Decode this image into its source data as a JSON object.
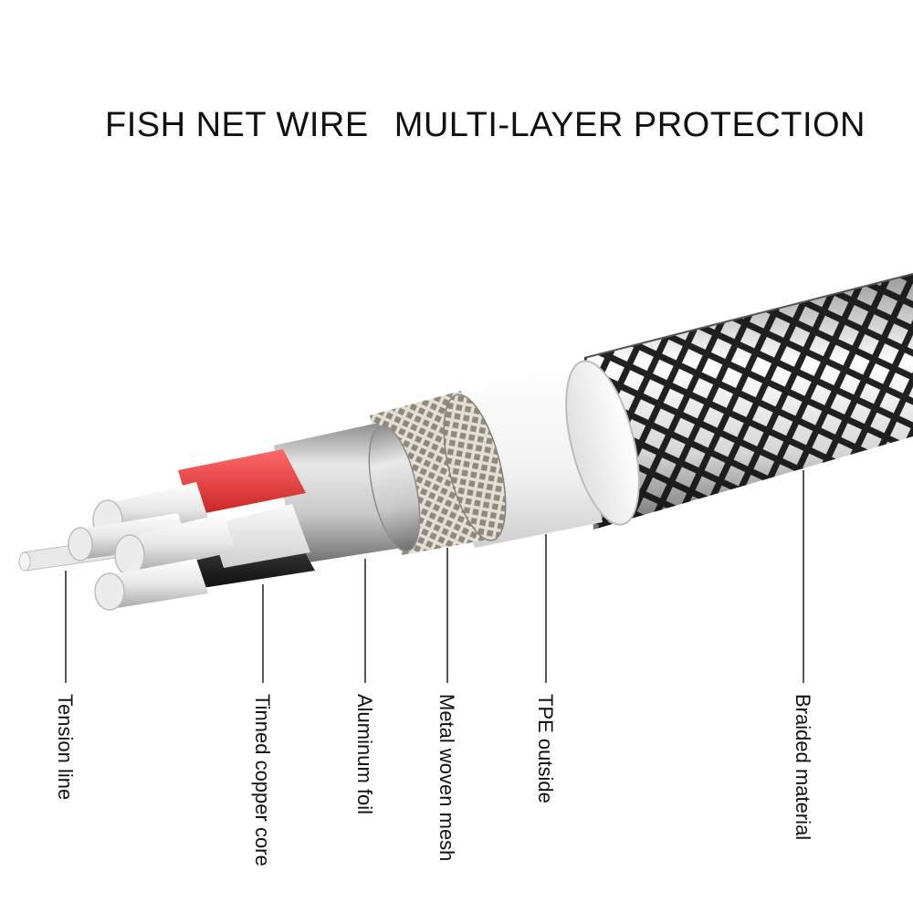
{
  "title": {
    "part1": "FISH NET WIRE",
    "part2": "MULTI-LAYER PROTECTION"
  },
  "labels": [
    {
      "key": "tension",
      "text": "Tension line"
    },
    {
      "key": "copper",
      "text": "Tinned copper core"
    },
    {
      "key": "foil",
      "text": "Aluminum foil"
    },
    {
      "key": "mesh",
      "text": "Metal woven mesh"
    },
    {
      "key": "tpe",
      "text": "TPE outside"
    },
    {
      "key": "braid",
      "text": "Braided material"
    }
  ],
  "colors": {
    "braid_dark": "#1a1a1a",
    "tpe_white": "#f4f4f4",
    "mesh_metal": "#b9b2a6",
    "foil_silver": "#b8b8b8",
    "wire_red": "#e83a3a",
    "wire_black": "#1f1f1f",
    "wire_green": "#1db84a",
    "copper_strand": "#e2e2e2"
  }
}
